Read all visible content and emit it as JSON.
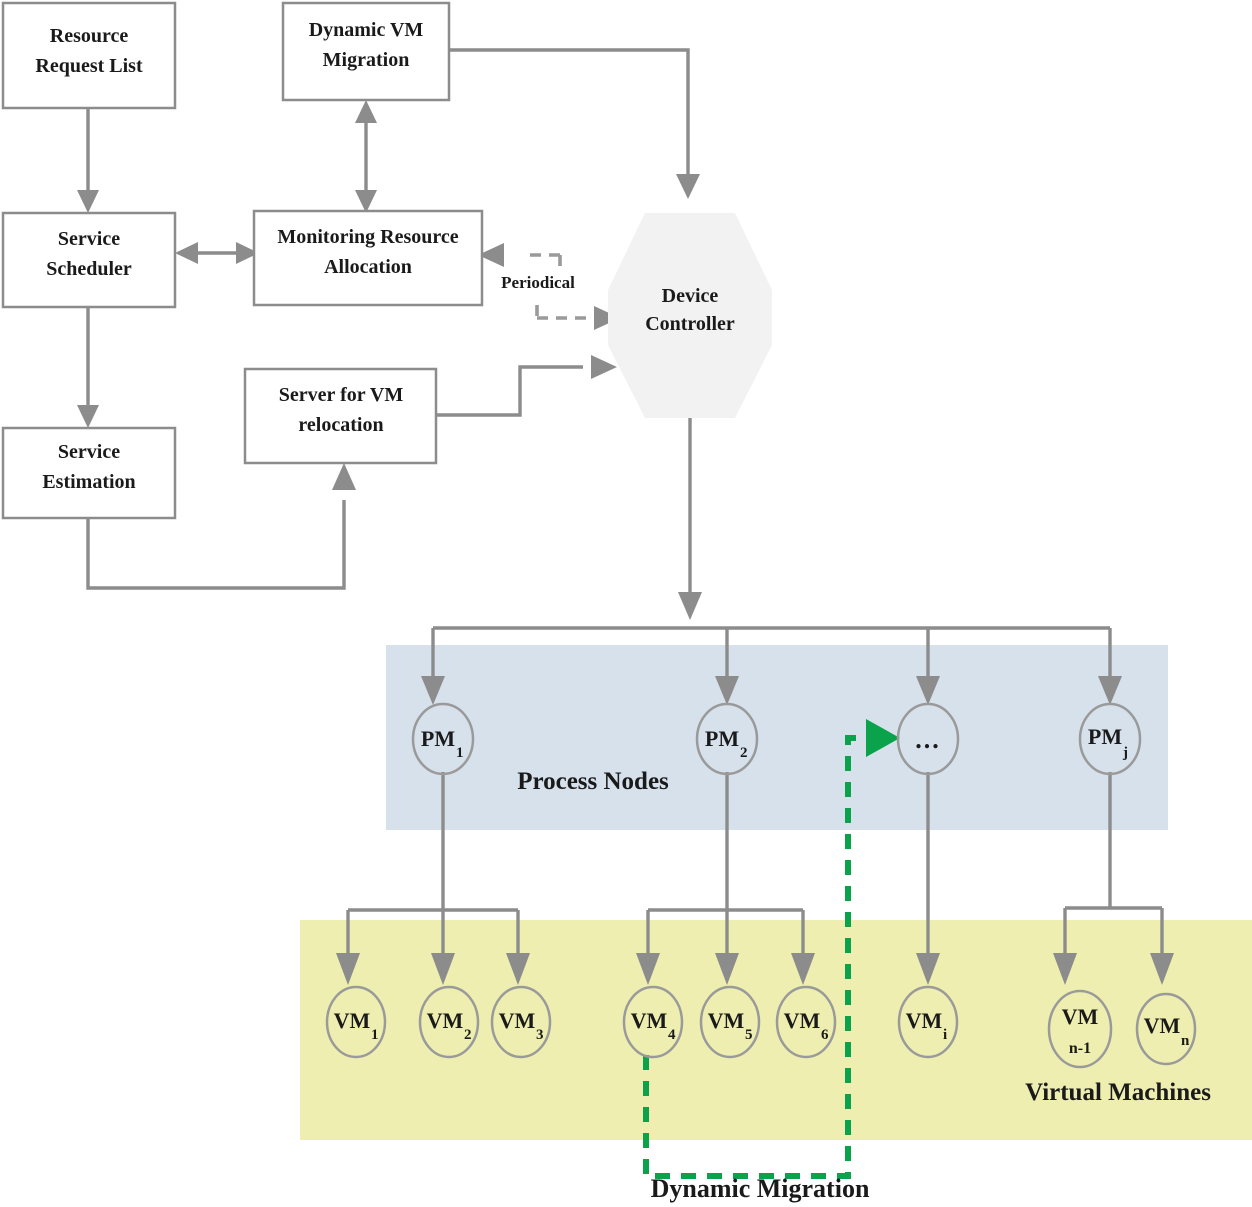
{
  "diagram": {
    "title": "Cloud resource scheduling and dynamic VM migration architecture",
    "colors": {
      "connector": "#8c8c8c",
      "box_border": "#8c8c8c",
      "hexagon_fill": "#f2f2f2",
      "process_band": "#d6e1ec",
      "vm_band": "#eeeeb0",
      "migration_green": "#0aa24b",
      "text": "#1a1a1a"
    },
    "boxes": [
      {
        "id": "resource-request-list",
        "line1": "Resource",
        "line2": "Request List"
      },
      {
        "id": "dynamic-vm-migration",
        "line1": "Dynamic VM",
        "line2": "Migration"
      },
      {
        "id": "service-scheduler",
        "line1": "Service",
        "line2": "Scheduler"
      },
      {
        "id": "monitoring-resource-allocation",
        "line1": "Monitoring Resource",
        "line2": "Allocation"
      },
      {
        "id": "service-estimation",
        "line1": "Service",
        "line2": "Estimation"
      },
      {
        "id": "server-for-vm-relocation",
        "line1": "Server for VM",
        "line2": "relocation"
      }
    ],
    "hexagon": {
      "id": "device-controller",
      "line1": "Device",
      "line2": "Controller"
    },
    "edge_labels": {
      "periodical": "Periodical"
    },
    "bands": [
      {
        "id": "process-nodes-band",
        "title": "Process Nodes"
      },
      {
        "id": "virtual-machines-band",
        "title": "Virtual Machines"
      }
    ],
    "process_nodes": [
      {
        "id": "pm-1",
        "base": "PM",
        "sub": "1"
      },
      {
        "id": "pm-2",
        "base": "PM",
        "sub": "2"
      },
      {
        "id": "pm-ellipsis",
        "base": "...",
        "sub": ""
      },
      {
        "id": "pm-j",
        "base": "PM",
        "sub": "j"
      }
    ],
    "virtual_machines": [
      {
        "id": "vm-1",
        "base": "VM",
        "sub": "1"
      },
      {
        "id": "vm-2",
        "base": "VM",
        "sub": "2"
      },
      {
        "id": "vm-3",
        "base": "VM",
        "sub": "3"
      },
      {
        "id": "vm-4",
        "base": "VM",
        "sub": "4"
      },
      {
        "id": "vm-5",
        "base": "VM",
        "sub": "5"
      },
      {
        "id": "vm-6",
        "base": "VM",
        "sub": "6"
      },
      {
        "id": "vm-i",
        "base": "VM",
        "sub": "i"
      },
      {
        "id": "vm-n-1",
        "base": "VM",
        "sub": "n-1"
      },
      {
        "id": "vm-n",
        "base": "VM",
        "sub": "n"
      }
    ],
    "caption": "Dynamic Migration"
  }
}
